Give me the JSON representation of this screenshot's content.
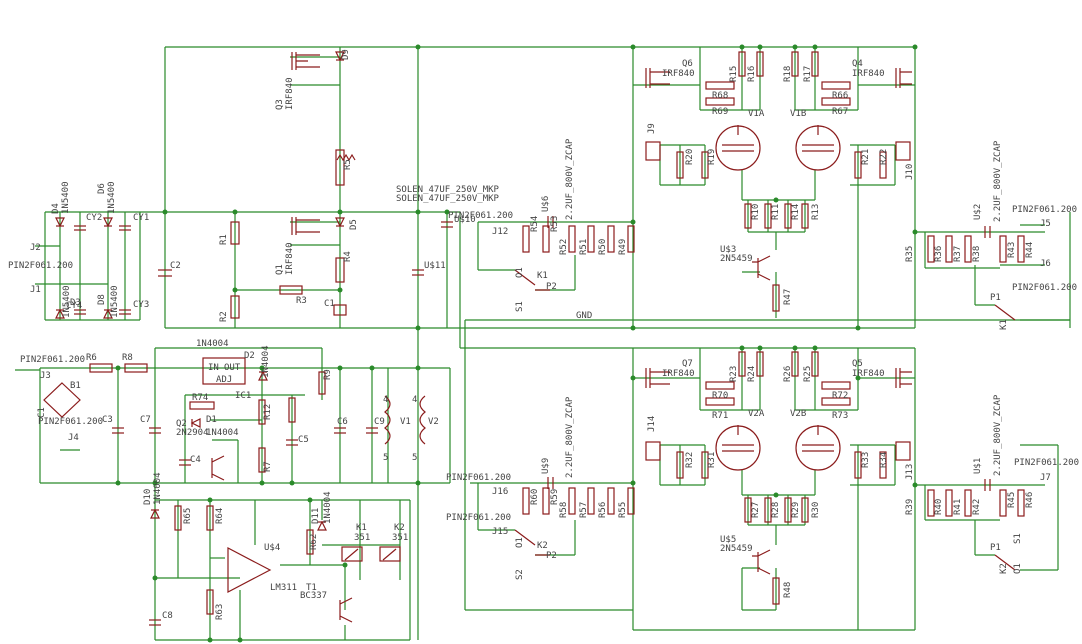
{
  "colors": {
    "wire": "#2a8a2a",
    "part": "#8b1c1c",
    "text": "#444444",
    "background": "#ffffff"
  },
  "labels": [
    {
      "id": "d9",
      "t": "D9"
    },
    {
      "id": "q3",
      "t": "Q3"
    },
    {
      "id": "irf840a",
      "t": "IRF840"
    },
    {
      "id": "r5",
      "t": "R5"
    },
    {
      "id": "d5",
      "t": "D5"
    },
    {
      "id": "q1",
      "t": "Q1"
    },
    {
      "id": "irf840b",
      "t": "IRF840"
    },
    {
      "id": "r4",
      "t": "R4"
    },
    {
      "id": "r1",
      "t": "R1"
    },
    {
      "id": "r2",
      "t": "R2"
    },
    {
      "id": "r3",
      "t": "R3"
    },
    {
      "id": "c1",
      "t": "C1"
    },
    {
      "id": "c2",
      "t": "C2"
    },
    {
      "id": "d4",
      "t": "D4"
    },
    {
      "id": "in5400a",
      "t": "1N5400"
    },
    {
      "id": "cy2",
      "t": "CY2"
    },
    {
      "id": "d6",
      "t": "D6"
    },
    {
      "id": "in5400b",
      "t": "1N5400"
    },
    {
      "id": "cy1",
      "t": "CY1"
    },
    {
      "id": "j2",
      "t": "J2"
    },
    {
      "id": "pin_j2",
      "t": "PIN2F061.200"
    },
    {
      "id": "j1",
      "t": "J1"
    },
    {
      "id": "d3",
      "t": "D3"
    },
    {
      "id": "in5400c",
      "t": "1N5400"
    },
    {
      "id": "d8",
      "t": "D8"
    },
    {
      "id": "in5400d",
      "t": "1N5400"
    },
    {
      "id": "cy3",
      "t": "CY3"
    },
    {
      "id": "cy4",
      "t": "CY4"
    },
    {
      "id": "solen1",
      "t": "SOLEN_47UF_250V_MKP"
    },
    {
      "id": "solen2",
      "t": "SOLEN_47UF_250V_MKP"
    },
    {
      "id": "us11",
      "t": "U$11"
    },
    {
      "id": "us10",
      "t": "U$10"
    },
    {
      "id": "us6",
      "t": "U$6"
    },
    {
      "id": "zcap1",
      "t": "2.2UF_800V_ZCAP"
    },
    {
      "id": "pin_j12",
      "t": "PIN2F061.200"
    },
    {
      "id": "j12",
      "t": "J12"
    },
    {
      "id": "r54",
      "t": "R54"
    },
    {
      "id": "r53",
      "t": "R53"
    },
    {
      "id": "r52",
      "t": "R52"
    },
    {
      "id": "r51",
      "t": "R51"
    },
    {
      "id": "r50",
      "t": "R50"
    },
    {
      "id": "r49",
      "t": "R49"
    },
    {
      "id": "k1",
      "t": "K1"
    },
    {
      "id": "p2",
      "t": "P2"
    },
    {
      "id": "o1",
      "t": "O1"
    },
    {
      "id": "s1",
      "t": "S1"
    },
    {
      "id": "gnd",
      "t": "GND"
    },
    {
      "id": "j9",
      "t": "J9"
    },
    {
      "id": "r20",
      "t": "R20"
    },
    {
      "id": "r19",
      "t": "R19"
    },
    {
      "id": "q6",
      "t": "Q6"
    },
    {
      "id": "irf840c",
      "t": "IRF840"
    },
    {
      "id": "r15",
      "t": "R15"
    },
    {
      "id": "r16",
      "t": "R16"
    },
    {
      "id": "r68",
      "t": "R68"
    },
    {
      "id": "r69",
      "t": "R69"
    },
    {
      "id": "v1a",
      "t": "V1A"
    },
    {
      "id": "v1b",
      "t": "V1B"
    },
    {
      "id": "r18",
      "t": "R18"
    },
    {
      "id": "r17",
      "t": "R17"
    },
    {
      "id": "q4",
      "t": "Q4"
    },
    {
      "id": "irf840d",
      "t": "IRF840"
    },
    {
      "id": "r66",
      "t": "R66"
    },
    {
      "id": "r67",
      "t": "R67"
    },
    {
      "id": "r21",
      "t": "R21"
    },
    {
      "id": "r22",
      "t": "R22"
    },
    {
      "id": "j10",
      "t": "J10"
    },
    {
      "id": "r10",
      "t": "R10"
    },
    {
      "id": "r11",
      "t": "R11"
    },
    {
      "id": "r14",
      "t": "R14"
    },
    {
      "id": "r13",
      "t": "R13"
    },
    {
      "id": "us3",
      "t": "U$3"
    },
    {
      "id": "n5459a",
      "t": "2N5459"
    },
    {
      "id": "r47",
      "t": "R47"
    },
    {
      "id": "us2",
      "t": "U$2"
    },
    {
      "id": "zcap2",
      "t": "2.2UF_800V_ZCAP"
    },
    {
      "id": "pin_j5",
      "t": "PIN2F061.200"
    },
    {
      "id": "j5",
      "t": "J5"
    },
    {
      "id": "j6",
      "t": "J6"
    },
    {
      "id": "pin_j6",
      "t": "PIN2F061.200"
    },
    {
      "id": "r35",
      "t": "R35"
    },
    {
      "id": "r36",
      "t": "R36"
    },
    {
      "id": "r37",
      "t": "R37"
    },
    {
      "id": "r38",
      "t": "R38"
    },
    {
      "id": "r43",
      "t": "R43"
    },
    {
      "id": "r44",
      "t": "R44"
    },
    {
      "id": "k1b",
      "t": "K1"
    },
    {
      "id": "pin_j3",
      "t": "PIN2F061.200"
    },
    {
      "id": "r6",
      "t": "R6"
    },
    {
      "id": "r8",
      "t": "R8"
    },
    {
      "id": "j3",
      "t": "J3"
    },
    {
      "id": "b1",
      "t": "B1"
    },
    {
      "id": "c1b",
      "t": "C1"
    },
    {
      "id": "pin_j4",
      "t": "PIN2F061.200"
    },
    {
      "id": "j4",
      "t": "J4"
    },
    {
      "id": "c3",
      "t": "C3"
    },
    {
      "id": "c7",
      "t": "C7"
    },
    {
      "id": "in4004a",
      "t": "1N4004"
    },
    {
      "id": "d2",
      "t": "D2"
    },
    {
      "id": "in4004b",
      "t": "1N4004"
    },
    {
      "id": "in",
      "t": "IN"
    },
    {
      "id": "out",
      "t": "OUT"
    },
    {
      "id": "adj",
      "t": "ADJ"
    },
    {
      "id": "ic1",
      "t": "IC1"
    },
    {
      "id": "r9",
      "t": "R9"
    },
    {
      "id": "r74",
      "t": "R74"
    },
    {
      "id": "d1",
      "t": "D1"
    },
    {
      "id": "q2",
      "t": "Q2"
    },
    {
      "id": "n2904",
      "t": "2N2904"
    },
    {
      "id": "in4004c",
      "t": "1N4004"
    },
    {
      "id": "r12",
      "t": "R12"
    },
    {
      "id": "c5",
      "t": "C5"
    },
    {
      "id": "c6",
      "t": "C6"
    },
    {
      "id": "c9",
      "t": "C9"
    },
    {
      "id": "c4",
      "t": "C4"
    },
    {
      "id": "r7",
      "t": "R7"
    },
    {
      "id": "v1h",
      "t": "V1"
    },
    {
      "id": "v2h",
      "t": "V2"
    },
    {
      "id": "pin4a",
      "t": "4"
    },
    {
      "id": "pin5a",
      "t": "5"
    },
    {
      "id": "pin4b",
      "t": "4"
    },
    {
      "id": "pin5b",
      "t": "5"
    },
    {
      "id": "d10",
      "t": "D10"
    },
    {
      "id": "in4004d",
      "t": "1N4004"
    },
    {
      "id": "r65",
      "t": "R65"
    },
    {
      "id": "r64",
      "t": "R64"
    },
    {
      "id": "us4",
      "t": "U$4"
    },
    {
      "id": "lm311",
      "t": "LM311"
    },
    {
      "id": "d11",
      "t": "D11"
    },
    {
      "id": "in4004e",
      "t": "1N4004"
    },
    {
      "id": "r62",
      "t": "R62"
    },
    {
      "id": "t1",
      "t": "T1"
    },
    {
      "id": "bc337",
      "t": "BC337"
    },
    {
      "id": "k1c",
      "t": "K1"
    },
    {
      "id": "k2c",
      "t": "K2"
    },
    {
      "id": "n351a",
      "t": "351"
    },
    {
      "id": "n351b",
      "t": "351"
    },
    {
      "id": "c8",
      "t": "C8"
    },
    {
      "id": "r63",
      "t": "R63"
    },
    {
      "id": "pin_j16",
      "t": "PIN2F061.200"
    },
    {
      "id": "j16",
      "t": "J16"
    },
    {
      "id": "us9",
      "t": "U$9"
    },
    {
      "id": "zcap3",
      "t": "2.2UF_800V_ZCAP"
    },
    {
      "id": "r60",
      "t": "R60"
    },
    {
      "id": "r59",
      "t": "R59"
    },
    {
      "id": "r58",
      "t": "R58"
    },
    {
      "id": "r57",
      "t": "R57"
    },
    {
      "id": "r56",
      "t": "R56"
    },
    {
      "id": "r55",
      "t": "R55"
    },
    {
      "id": "pin_j15",
      "t": "PIN2F061.200"
    },
    {
      "id": "j15",
      "t": "J15"
    },
    {
      "id": "k2",
      "t": "K2"
    },
    {
      "id": "p2b",
      "t": "P2"
    },
    {
      "id": "o1b",
      "t": "O1"
    },
    {
      "id": "s2",
      "t": "S2"
    },
    {
      "id": "j14",
      "t": "J14"
    },
    {
      "id": "r32",
      "t": "R32"
    },
    {
      "id": "r31",
      "t": "R31"
    },
    {
      "id": "q7",
      "t": "Q7"
    },
    {
      "id": "irf840e",
      "t": "IRF840"
    },
    {
      "id": "r23",
      "t": "R23"
    },
    {
      "id": "r24",
      "t": "R24"
    },
    {
      "id": "r70",
      "t": "R70"
    },
    {
      "id": "r71",
      "t": "R71"
    },
    {
      "id": "v2a",
      "t": "V2A"
    },
    {
      "id": "v2b",
      "t": "V2B"
    },
    {
      "id": "r26",
      "t": "R26"
    },
    {
      "id": "r25",
      "t": "R25"
    },
    {
      "id": "q5",
      "t": "Q5"
    },
    {
      "id": "irf840f",
      "t": "IRF840"
    },
    {
      "id": "r72",
      "t": "R72"
    },
    {
      "id": "r73",
      "t": "R73"
    },
    {
      "id": "r33",
      "t": "R33"
    },
    {
      "id": "r34",
      "t": "R34"
    },
    {
      "id": "j13",
      "t": "J13"
    },
    {
      "id": "r27",
      "t": "R27"
    },
    {
      "id": "r28",
      "t": "R28"
    },
    {
      "id": "r29",
      "t": "R29"
    },
    {
      "id": "r30",
      "t": "R30"
    },
    {
      "id": "us5",
      "t": "U$5"
    },
    {
      "id": "n5459b",
      "t": "2N5459"
    },
    {
      "id": "r48",
      "t": "R48"
    },
    {
      "id": "us1",
      "t": "U$1"
    },
    {
      "id": "zcap4",
      "t": "2.2UF_800V_ZCAP"
    },
    {
      "id": "pin_j7",
      "t": "PIN2F061.200"
    },
    {
      "id": "j7",
      "t": "J7"
    },
    {
      "id": "r39",
      "t": "R39"
    },
    {
      "id": "r40",
      "t": "R40"
    },
    {
      "id": "r41",
      "t": "R41"
    },
    {
      "id": "r42",
      "t": "R42"
    },
    {
      "id": "r45",
      "t": "R45"
    },
    {
      "id": "r46",
      "t": "R46"
    },
    {
      "id": "k2d",
      "t": "K2"
    },
    {
      "id": "s1b",
      "t": "S1"
    },
    {
      "id": "o1c",
      "t": "O1"
    },
    {
      "id": "p1",
      "t": "P1"
    },
    {
      "id": "p1b",
      "t": "P1"
    }
  ]
}
